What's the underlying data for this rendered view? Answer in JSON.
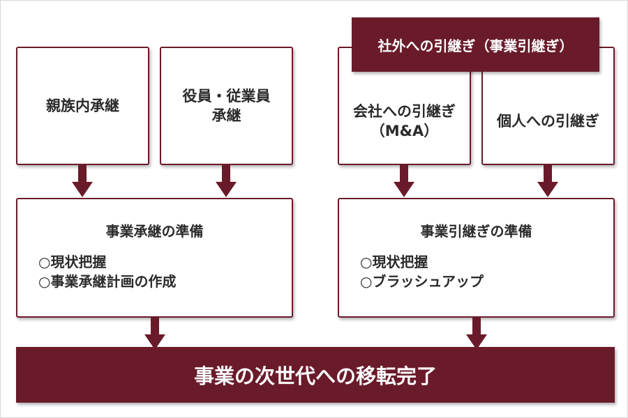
{
  "boxes": {
    "family": "親族内承継",
    "employee_line1": "役員・従業員",
    "employee_line2": "承継",
    "company_line1": "会社への引継ぎ",
    "company_line2": "（M&A）",
    "individual": "個人への引継ぎ"
  },
  "external_banner": "社外への引継ぎ（事業引継ぎ）",
  "left_prep": {
    "title": "事業承継の準備",
    "items": [
      "○現状把握",
      "○事業承継計画の作成"
    ]
  },
  "right_prep": {
    "title": "事業引継ぎの準備",
    "items": [
      "○現状把握",
      "○ブラッシュアップ"
    ]
  },
  "final_banner": "事業の次世代への移転完了",
  "colors": {
    "accent": "#6a1b2a",
    "border": "#6a1b2a"
  }
}
